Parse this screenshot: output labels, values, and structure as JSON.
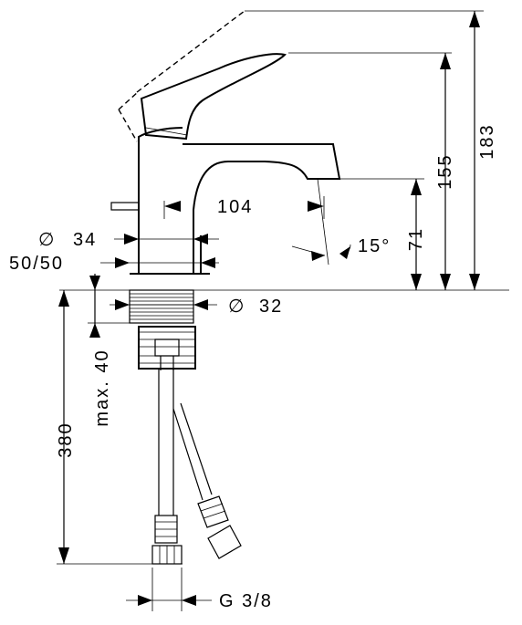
{
  "drawing": {
    "dimensions": {
      "d183": "183",
      "d155": "155",
      "d71": "71",
      "d104": "104",
      "angle15": "15°",
      "dia34": "34",
      "dia_symbol": "∅",
      "d5050": "50/50",
      "dia32": "32",
      "max40": "max. 40",
      "d380": "380",
      "thread": "G 3/8"
    }
  }
}
